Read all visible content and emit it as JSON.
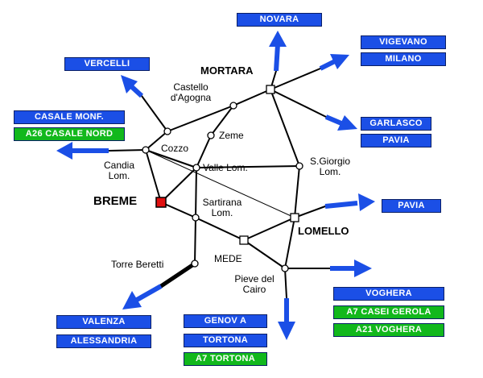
{
  "towns": {
    "mortara": "MORTARA",
    "castello_1": "Castello",
    "castello_2": "d'Agogna",
    "zeme": "Zeme",
    "cozzo": "Cozzo",
    "candia_1": "Candia",
    "candia_2": "Lom.",
    "valle": "Valle Lom.",
    "breme": "BREME",
    "sartirana_1": "Sartirana",
    "sartirana_2": "Lom.",
    "sgiorgio_1": "S.Giorgio",
    "sgiorgio_2": "Lom.",
    "lomello": "LOMELLO",
    "mede": "MEDE",
    "torre": "Torre Beretti",
    "pieve_1": "Pieve del",
    "pieve_2": "Cairo"
  },
  "destinations": {
    "novara": "NOVARA",
    "vigevano": "VIGEVANO",
    "milano": "MILANO",
    "vercelli": "VERCELLI",
    "casale": "CASALE MONF.",
    "a26": "A26 CASALE NORD",
    "garlasco": "GARLASCO",
    "pavia_top": "PAVIA",
    "pavia_right": "PAVIA",
    "voghera": "VOGHERA",
    "a7_casei": "A7 CASEI GEROLA",
    "a21": "A21 VOGHERA",
    "valenza": "VALENZA",
    "alessandria": "ALESSANDRIA",
    "genova": "GENOV A",
    "tortona": "TORTONA",
    "a7_tortona": "A7 TORTONA"
  },
  "colors": {
    "road": "#000000",
    "arrow": "#1b4fe6",
    "sign_blue": "#1b4fe6",
    "sign_green": "#12b81c",
    "current_town": "#e01010"
  },
  "icons": {
    "current_location": "red-square-marker",
    "town": "circle-node",
    "junction": "square-node"
  }
}
